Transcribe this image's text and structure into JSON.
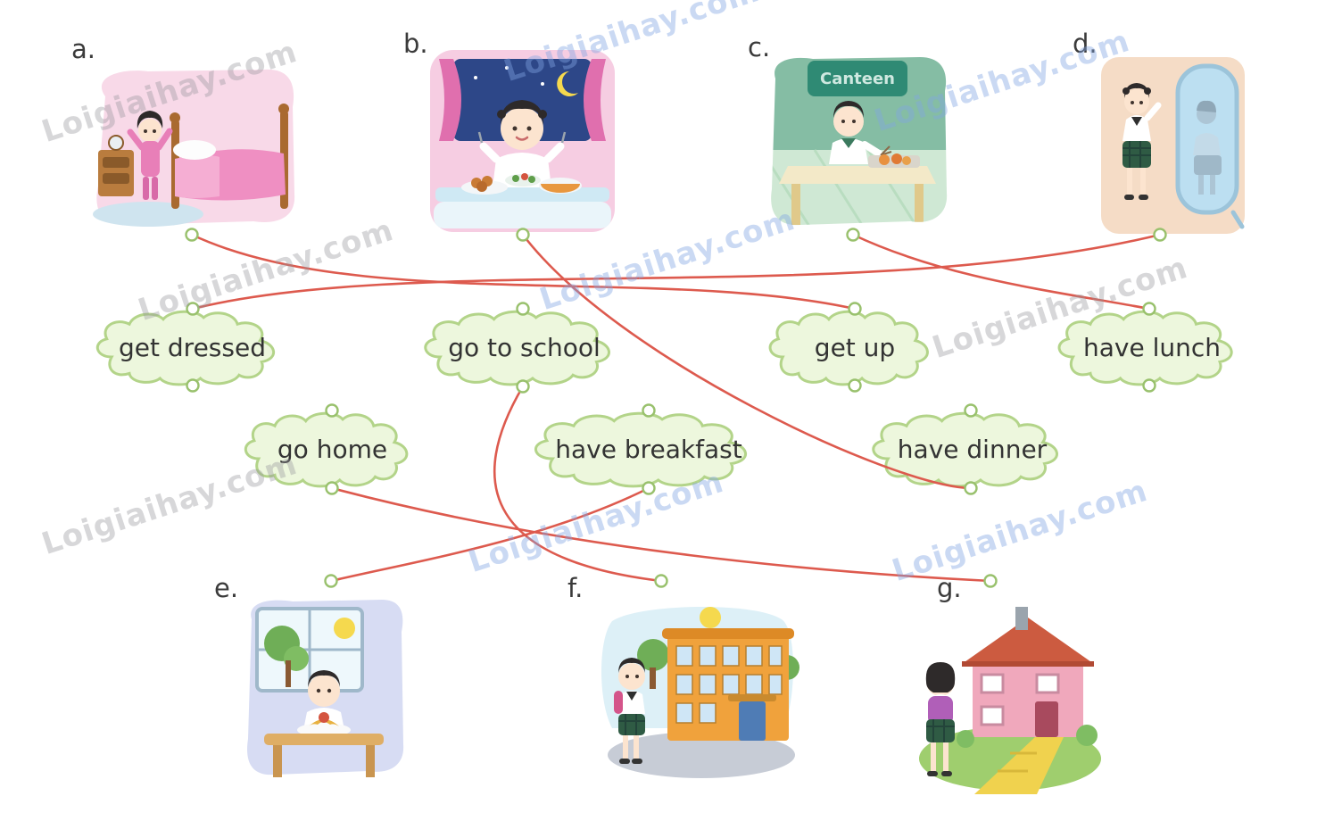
{
  "watermark": {
    "text": "Loigiaihay.com"
  },
  "pictures": [
    {
      "id": "a",
      "label": "a.",
      "scene": "girl-waking-up-in-bed"
    },
    {
      "id": "b",
      "label": "b.",
      "scene": "girl-having-dinner-at-night"
    },
    {
      "id": "c",
      "label": "c.",
      "scene": "girl-having-lunch-in-canteen",
      "sign": "Canteen"
    },
    {
      "id": "d",
      "label": "d.",
      "scene": "girl-getting-dressed-at-mirror"
    },
    {
      "id": "e",
      "label": "e.",
      "scene": "girl-having-breakfast"
    },
    {
      "id": "f",
      "label": "f.",
      "scene": "girl-going-to-school"
    },
    {
      "id": "g",
      "label": "g.",
      "scene": "girl-going-home"
    }
  ],
  "clouds": [
    {
      "id": "get-dressed",
      "label": "get dressed"
    },
    {
      "id": "go-to-school",
      "label": "go to school"
    },
    {
      "id": "get-up",
      "label": "get up"
    },
    {
      "id": "have-lunch",
      "label": "have lunch"
    },
    {
      "id": "go-home",
      "label": "go home"
    },
    {
      "id": "have-breakfast",
      "label": "have breakfast"
    },
    {
      "id": "have-dinner",
      "label": "have dinner"
    }
  ],
  "connections": [
    {
      "from": "a",
      "to": "get-up"
    },
    {
      "from": "b",
      "to": "have-dinner"
    },
    {
      "from": "c",
      "to": "have-lunch"
    },
    {
      "from": "d",
      "to": "get-dressed"
    },
    {
      "from": "go-to-school",
      "to": "f"
    },
    {
      "from": "have-breakfast",
      "to": "e"
    },
    {
      "from": "go-home",
      "to": "g"
    }
  ],
  "colors": {
    "line": "#dd5a4e",
    "cloud_fill": "#edf7dd",
    "cloud_border": "#b3d489",
    "connector_ring": "#99c16d"
  }
}
